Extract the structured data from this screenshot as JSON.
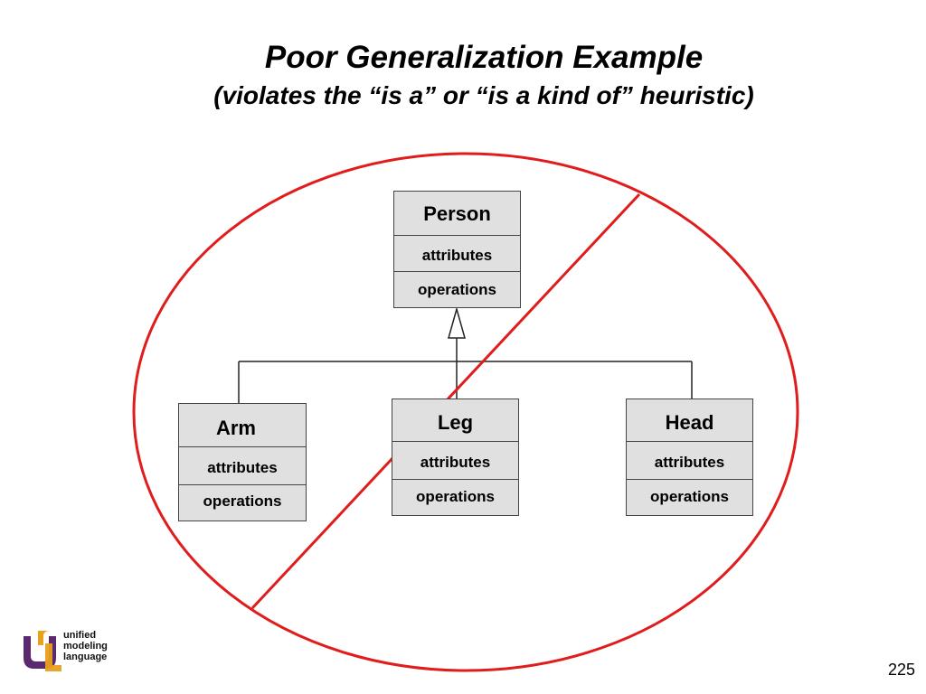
{
  "title": "Poor Generalization Example",
  "subtitle": "(violates the “is a” or “is a kind of” heuristic)",
  "classes": {
    "person": {
      "name": "Person",
      "attributes": "attributes",
      "operations": "operations"
    },
    "arm": {
      "name": "Arm",
      "attributes": "attributes",
      "operations": "operations"
    },
    "leg": {
      "name": "Leg",
      "attributes": "attributes",
      "operations": "operations"
    },
    "head": {
      "name": "Head",
      "attributes": "attributes",
      "operations": "operations"
    }
  },
  "logo": {
    "line1": "unified",
    "line2": "modeling",
    "line3": "language"
  },
  "page_number": "225",
  "colors": {
    "prohibition": "#e01c1c",
    "box_fill": "#e0e0e0",
    "logo_purple": "#5b2a6e",
    "logo_orange": "#e8a020"
  }
}
